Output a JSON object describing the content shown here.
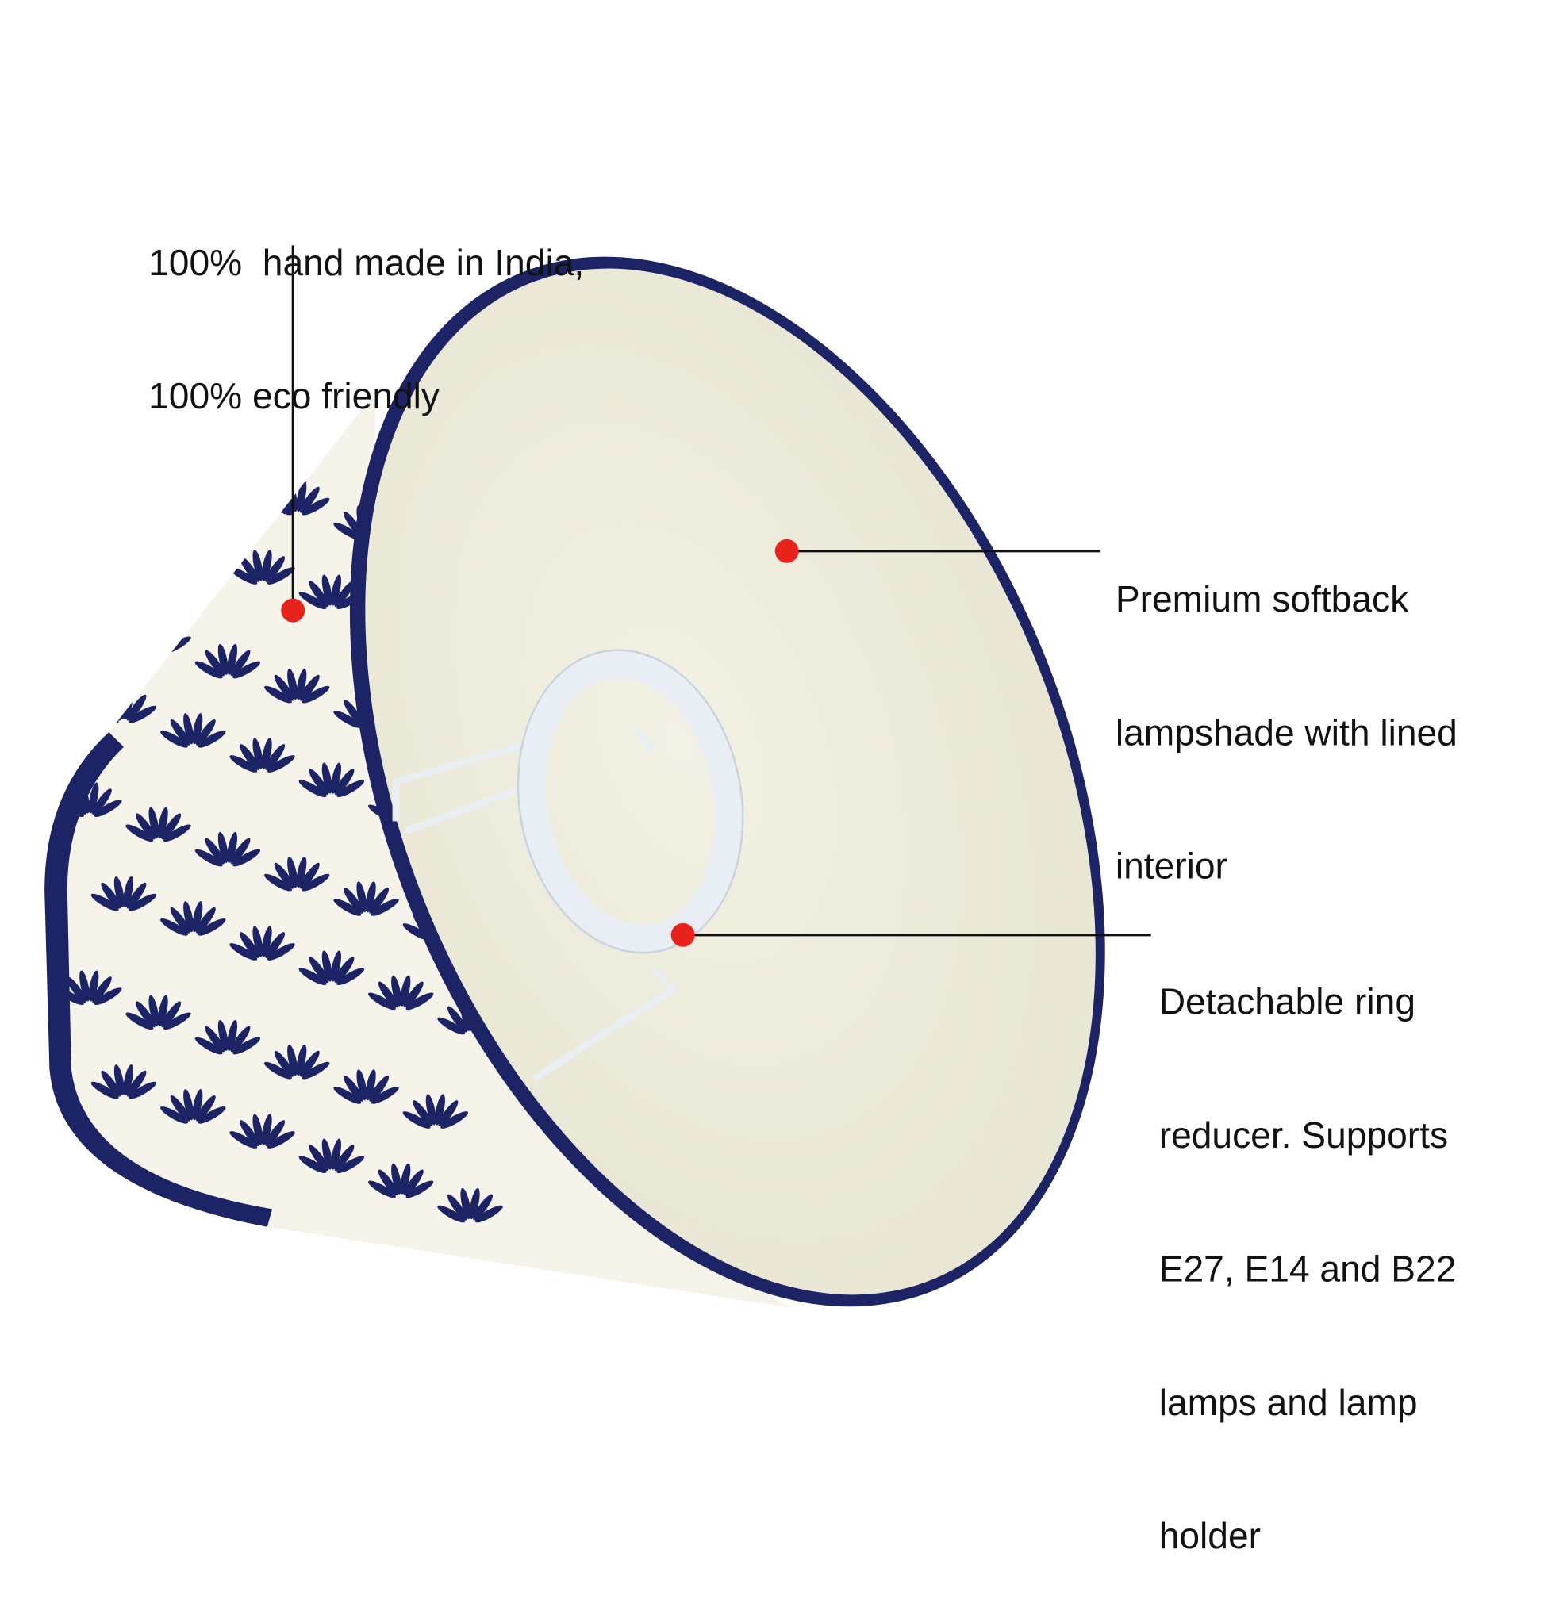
{
  "callouts": [
    {
      "lines": [
        "100%  hand made in India,",
        "100% eco friendly"
      ]
    },
    {
      "lines": [
        "Premium softback",
        "lampshade with lined",
        "interior"
      ]
    },
    {
      "lines": [
        "Detachable ring",
        "reducer. Supports",
        "E27, E14 and B22",
        "lamps and lamp",
        "holder"
      ]
    }
  ],
  "colors": {
    "dot": "#e8231c",
    "trim": "#1d2466",
    "lining": "#efeddd",
    "fabric": "#f6f3ea"
  }
}
